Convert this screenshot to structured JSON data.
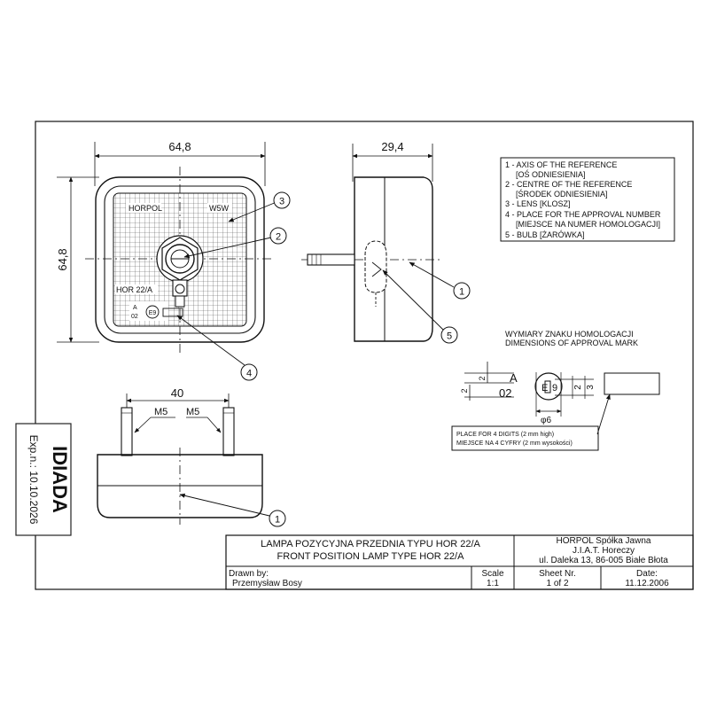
{
  "dims": {
    "width_top": "64,8",
    "height_left": "64,8",
    "depth": "29,4",
    "spacing": "40",
    "thread_left": "M5",
    "thread_right": "M5"
  },
  "lens_text": {
    "brand": "HORPOL",
    "bulb": "W5W",
    "type": "HOR 22/A",
    "mark_letter": "A",
    "mark_code": "02",
    "e_mark": "E9"
  },
  "callouts": [
    "1",
    "2",
    "3",
    "4",
    "5"
  ],
  "legend": [
    {
      "line1": "1 - AXIS OF THE REFERENCE",
      "line2": "[OŚ ODNIESIENIA]"
    },
    {
      "line1": "2 - CENTRE OF THE REFERENCE",
      "line2": "[ŚRODEK ODNIESIENIA]"
    },
    {
      "line1": "3 - LENS [KLOSZ]",
      "line2": ""
    },
    {
      "line1": "4 - PLACE FOR THE APPROVAL NUMBER",
      "line2": "[MIEJSCE NA NUMER HOMOLOGACJI]"
    },
    {
      "line1": "5 - BULB [ŻARÓWKA]",
      "line2": ""
    }
  ],
  "approval": {
    "title_pl": "WYMIARY ZNAKU HOMOLOGACJI",
    "title_en": "DIMENSIONS OF APPROVAL MARK",
    "dim2a": "2",
    "dim2b": "2",
    "dim3": "3",
    "dia": "φ6",
    "letter": "A",
    "code": "02",
    "e": "E",
    "num": "9",
    "note1": "PLACE FOR 4 DIGITS (2 mm high)",
    "note2": "MIEJSCE NA 4 CYFRY (2 mm wysokości)"
  },
  "stamp": {
    "logo": "IDIADA",
    "expiry": "Exp.n.: 10.10.2026"
  },
  "title_block": {
    "title_pl": "LAMPA POZYCYJNA PRZEDNIA TYPU HOR 22/A",
    "title_en": "FRONT POSITION LAMP TYPE HOR 22/A",
    "company": "HORPOL Spółka Jawna",
    "company2": "J.I.A.T. Horeczy",
    "address": "ul. Daleka 13, 86-005 Białe Błota",
    "drawn_label": "Drawn by:",
    "drawn_name": "Przemysław Bosy",
    "scale_label": "Scale",
    "scale_value": "1:1",
    "sheet_label": "Sheet Nr.",
    "sheet_value": "1 of 2",
    "date_label": "Date:",
    "date_value": "11.12.2006"
  }
}
